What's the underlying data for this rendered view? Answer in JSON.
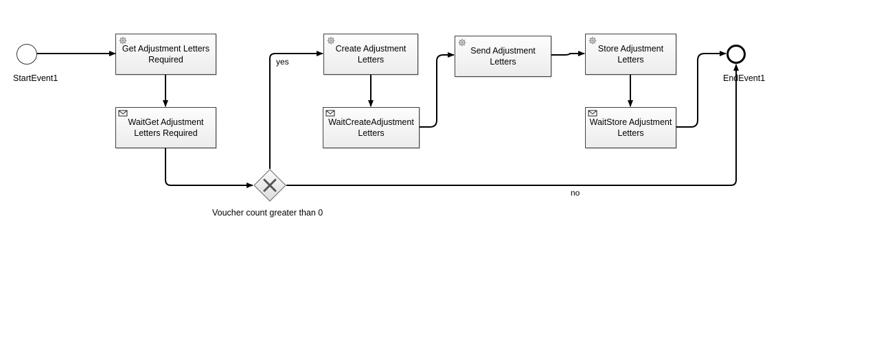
{
  "diagram": {
    "events": {
      "start": {
        "label": "StartEvent1"
      },
      "end": {
        "label": "EndEvent1"
      }
    },
    "tasks": {
      "get_required": {
        "label": "Get Adjustment Letters Required",
        "icon": "gear-icon"
      },
      "wait_get_required": {
        "label": "WaitGet Adjustment Letters Required",
        "icon": "envelope-icon"
      },
      "create": {
        "label": "Create Adjustment Letters",
        "icon": "gear-icon"
      },
      "wait_create": {
        "label": "WaitCreateAdjustment Letters",
        "icon": "envelope-icon"
      },
      "send": {
        "label": "Send Adjustment Letters",
        "icon": "gear-icon"
      },
      "store": {
        "label": "Store Adjustment Letters",
        "icon": "gear-icon"
      },
      "wait_store": {
        "label": "WaitStore Adjustment Letters",
        "icon": "envelope-icon"
      }
    },
    "gateway": {
      "label": "Voucher count greater than 0",
      "icon": "x-icon"
    },
    "flows": {
      "yes_label": "yes",
      "no_label": "no"
    }
  }
}
